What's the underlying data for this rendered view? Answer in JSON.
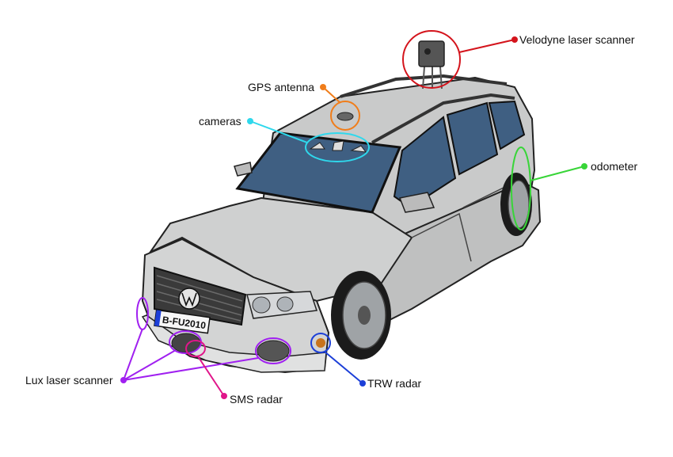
{
  "plate_text": "B-FU2010",
  "labels": {
    "velodyne": "Velodyne laser scanner",
    "gps": "GPS antenna",
    "cameras": "cameras",
    "odometer": "odometer",
    "lux": "Lux laser scanner",
    "sms": "SMS radar",
    "trw": "TRW radar"
  },
  "colors": {
    "velodyne": "#d4141c",
    "gps": "#f07d1a",
    "cameras": "#2fd8ec",
    "odometer": "#38d538",
    "lux": "#a020f0",
    "sms": "#e0168a",
    "trw": "#1c3fd8",
    "body": "#c8c9c9",
    "glass": "#3f5f82"
  }
}
